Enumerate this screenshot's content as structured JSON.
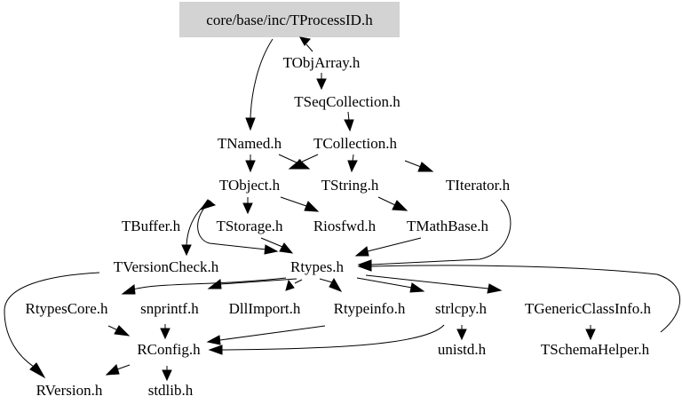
{
  "colors": {
    "root_fill": "#d3d3d3",
    "edge": "#000000",
    "text": "#000000",
    "background": "#ffffff"
  },
  "nodes": {
    "root": "core/base/inc/TProcessID.h",
    "tobjarray": "TObjArray.h",
    "tseqcollection": "TSeqCollection.h",
    "tnamed": "TNamed.h",
    "tcollection": "TCollection.h",
    "tobject": "TObject.h",
    "tstring": "TString.h",
    "titerator": "TIterator.h",
    "tbuffer": "TBuffer.h",
    "tstorage": "TStorage.h",
    "riosfwd": "Riosfwd.h",
    "tmathbase": "TMathBase.h",
    "tversioncheck": "TVersionCheck.h",
    "rtypes": "Rtypes.h",
    "rtypescore": "RtypesCore.h",
    "snprintf": "snprintf.h",
    "dllimport": "DllImport.h",
    "rtypeinfo": "Rtypeinfo.h",
    "strlcpy": "strlcpy.h",
    "tgenericclassinfo": "TGenericClassInfo.h",
    "rconfig": "RConfig.h",
    "unistd": "unistd.h",
    "tschemahelper": "TSchemaHelper.h",
    "rversion": "RVersion.h",
    "stdlib": "stdlib.h"
  }
}
